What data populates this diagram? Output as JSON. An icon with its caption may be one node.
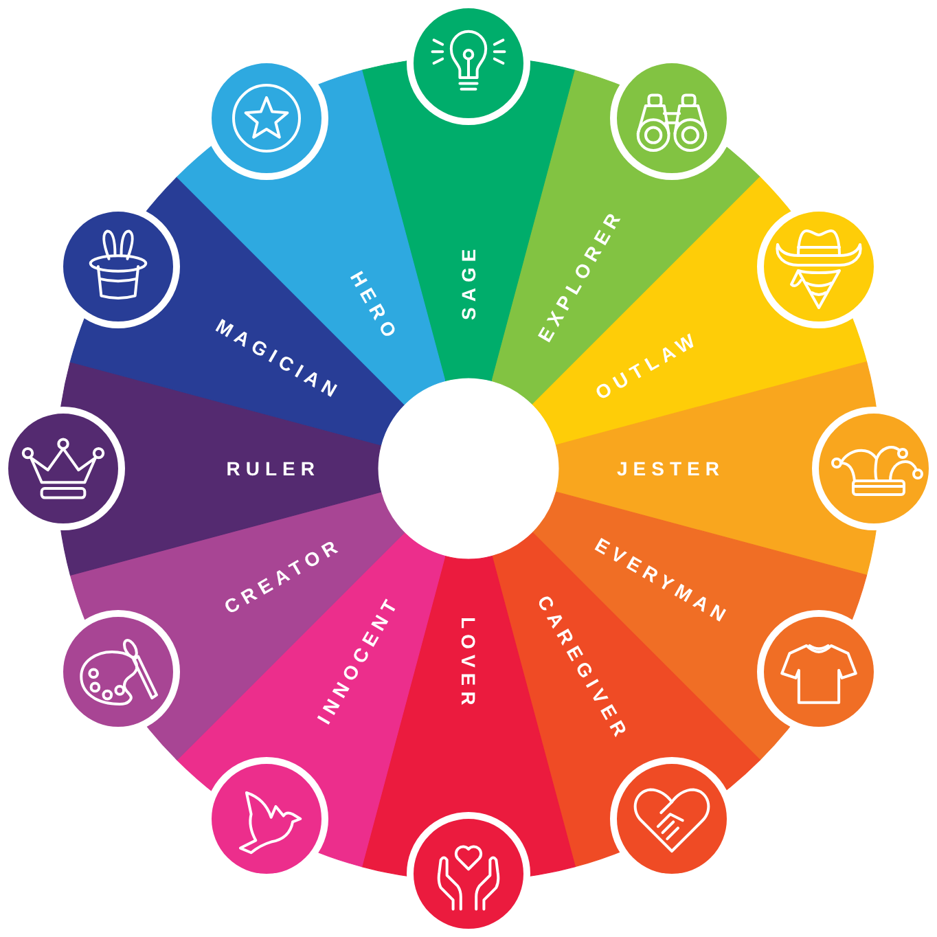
{
  "diagram": {
    "nodes": [
      {
        "text": [
          "SAGE"
        ]
      },
      {
        "text": [
          "EXPLORER"
        ]
      },
      {
        "text": [
          "OUTLAW"
        ]
      },
      {
        "text": [
          "JESTER"
        ]
      },
      {
        "text": [
          "EVERYMAN"
        ]
      },
      {
        "text": [
          "CAREGIVER"
        ]
      },
      {
        "text": [
          "LOVER"
        ]
      },
      {
        "text": [
          "INNOCENT"
        ]
      },
      {
        "text": [
          "CREATOR"
        ]
      },
      {
        "text": [
          "RULER"
        ]
      },
      {
        "text": [
          "MAGICIAN"
        ]
      },
      {
        "text": [
          "HERO"
        ]
      }
    ]
  }
}
